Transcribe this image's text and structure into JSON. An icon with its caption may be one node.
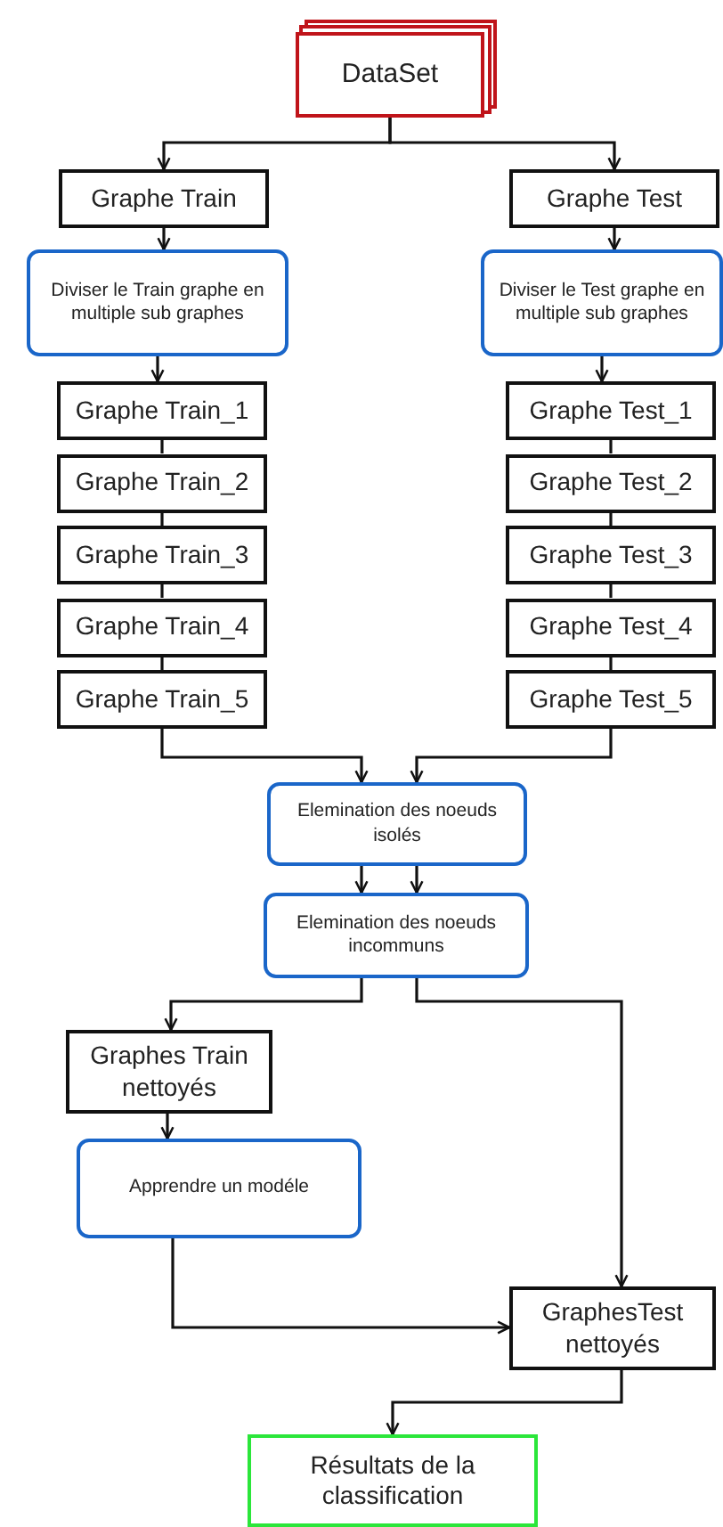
{
  "diagram": {
    "nodes": [
      {
        "text": [
          "DataSet"
        ]
      },
      {
        "text": [
          "Graphe Train"
        ]
      },
      {
        "text": [
          "Graphe Test"
        ]
      },
      {
        "text": [
          "Diviser le Train graphe en multiple sub graphes"
        ]
      },
      {
        "text": [
          "Diviser le Test graphe en multiple sub graphes"
        ]
      },
      {
        "text": [
          "Graphe Train_1"
        ]
      },
      {
        "text": [
          "Graphe Train_2"
        ]
      },
      {
        "text": [
          "Graphe Train_3"
        ]
      },
      {
        "text": [
          "Graphe Train_4"
        ]
      },
      {
        "text": [
          "Graphe Train_5"
        ]
      },
      {
        "text": [
          "Graphe Test_1"
        ]
      },
      {
        "text": [
          "Graphe Test_2"
        ]
      },
      {
        "text": [
          "Graphe Test_3"
        ]
      },
      {
        "text": [
          "Graphe Test_4"
        ]
      },
      {
        "text": [
          "Graphe Test_5"
        ]
      },
      {
        "text": [
          "Elemination des noeuds isolés"
        ]
      },
      {
        "text": [
          "Elemination des noeuds incommuns"
        ]
      },
      {
        "text": [
          "Graphes Train nettoyés"
        ]
      },
      {
        "text": [
          "Apprendre un modéle"
        ]
      },
      {
        "text": [
          "GraphesTest nettoyés"
        ]
      },
      {
        "text": [
          "Résultats de la classification"
        ]
      }
    ],
    "edges": [
      {
        "from": 0,
        "to": 1,
        "arrow": "to"
      },
      {
        "from": 0,
        "to": 2,
        "arrow": "to"
      },
      {
        "from": 1,
        "to": 3,
        "arrow": "to"
      },
      {
        "from": 2,
        "to": 4,
        "arrow": "to"
      },
      {
        "from": 3,
        "to": 5,
        "arrow": "to"
      },
      {
        "from": 4,
        "to": 10,
        "arrow": "to"
      },
      {
        "from": 5,
        "to": 6,
        "arrow": "none"
      },
      {
        "from": 6,
        "to": 7,
        "arrow": "none"
      },
      {
        "from": 7,
        "to": 8,
        "arrow": "none"
      },
      {
        "from": 8,
        "to": 9,
        "arrow": "none"
      },
      {
        "from": 10,
        "to": 11,
        "arrow": "none"
      },
      {
        "from": 11,
        "to": 12,
        "arrow": "none"
      },
      {
        "from": 12,
        "to": 13,
        "arrow": "none"
      },
      {
        "from": 13,
        "to": 14,
        "arrow": "none"
      },
      {
        "from": 9,
        "to": 15,
        "arrow": "to"
      },
      {
        "from": 14,
        "to": 15,
        "arrow": "to"
      },
      {
        "from": 15,
        "to": 16,
        "arrow": "to"
      },
      {
        "from": 15,
        "to": 16,
        "arrow": "to"
      },
      {
        "from": 16,
        "to": 17,
        "arrow": "to"
      },
      {
        "from": 16,
        "to": 19,
        "arrow": "to"
      },
      {
        "from": 17,
        "to": 18,
        "arrow": "to"
      },
      {
        "from": 18,
        "to": 19,
        "arrow": "to"
      },
      {
        "from": 19,
        "to": 20,
        "arrow": "to"
      }
    ]
  }
}
